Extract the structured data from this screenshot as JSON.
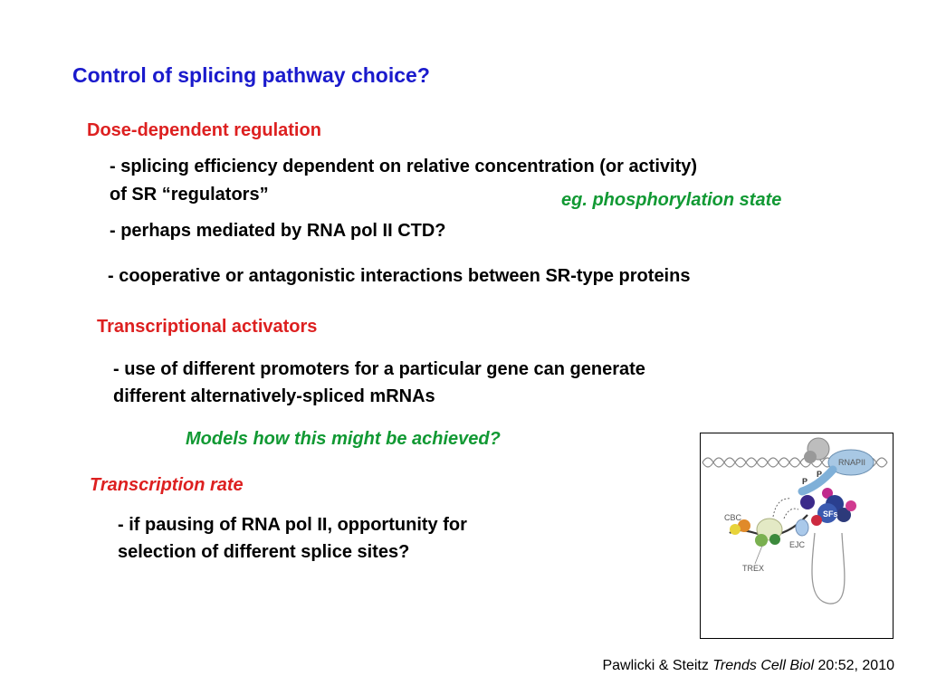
{
  "title": "Control of splicing pathway choice?",
  "sections": {
    "dose": {
      "heading": "Dose-dependent regulation",
      "b1_line1": "- splicing efficiency dependent on relative concentration (or activity)",
      "b1_line2": "of SR “regulators”",
      "b1_note": "eg. phosphorylation state",
      "b2": "- perhaps mediated by RNA pol II CTD?",
      "b3": "- cooperative or antagonistic interactions between SR-type proteins"
    },
    "activators": {
      "heading": "Transcriptional activators",
      "b1_line1": "- use of different promoters for a particular gene can generate",
      "b1_line2": "different alternatively-spliced mRNAs",
      "note": "Models how this might be achieved?"
    },
    "rate": {
      "heading": "Transcription rate",
      "b1_line1": "- if pausing of RNA pol II, opportunity for",
      "b1_line2": "selection of different splice sites?"
    }
  },
  "figure": {
    "labels": {
      "rnapii": "RNAPII",
      "p1": "P",
      "p2": "P",
      "sfs": "SFs",
      "cbc": "CBC",
      "ejc": "EJC",
      "trex": "TREX"
    }
  },
  "citation": {
    "authors": "Pawlicki & Steitz ",
    "journal": "Trends Cell Biol",
    "ref": " 20:52, 2010"
  }
}
